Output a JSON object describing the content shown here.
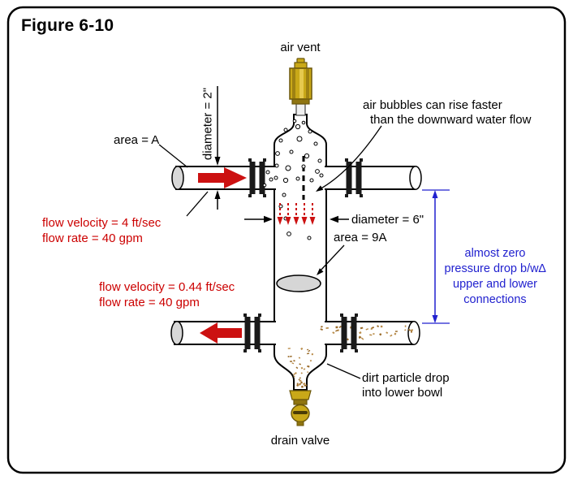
{
  "figure_title": "Figure 6-10",
  "labels": {
    "air_vent": "air vent",
    "upper_pipe_diameter": "diameter = 2\"",
    "upper_pipe_area": "area = A",
    "air_bubble_note_line1": "air bubbles can rise faster",
    "air_bubble_note_line2": "than the downward water flow",
    "upper_flow_velocity": "flow velocity = 4 ft/sec",
    "upper_flow_rate": "flow rate = 40 gpm",
    "vessel_diameter": "diameter = 6\"",
    "vessel_area": "area = 9A",
    "vessel_flow_velocity": "flow velocity = 0.44 ft/sec",
    "vessel_flow_rate": "flow rate = 40 gpm",
    "pressure_note_line1": "almost zero",
    "pressure_note_line2": "pressure drop b/w∆",
    "pressure_note_line3": "upper and lower",
    "pressure_note_line4": "connections",
    "dirt_note_line1": "dirt particle drop",
    "dirt_note_line2": "into lower bowl",
    "drain_valve": "drain valve"
  },
  "colors": {
    "flow_annotation_red": "#cc0000",
    "pressure_annotation_blue": "#2121cf",
    "brass_gold": "#c9a818",
    "dirt_brown": "#9a6a28",
    "pipe_fill": "#ffffff",
    "outline_black": "#000000"
  }
}
